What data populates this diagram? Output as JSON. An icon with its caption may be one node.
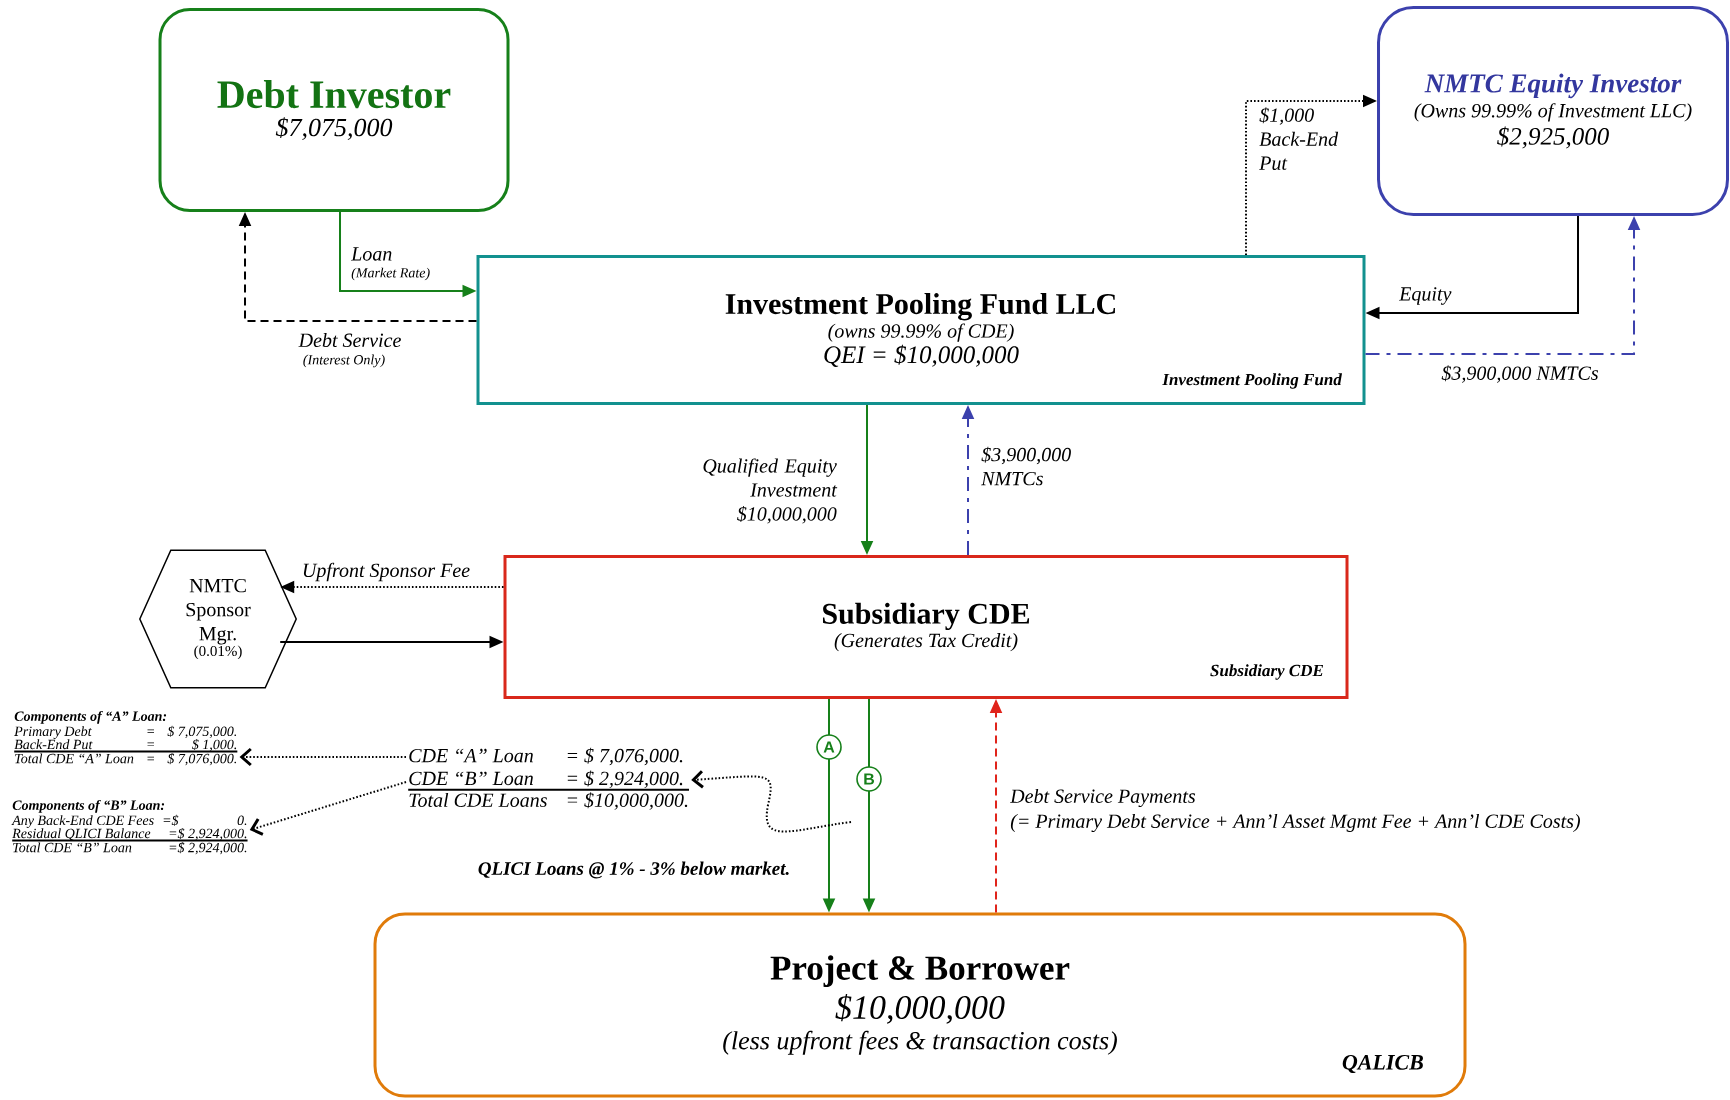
{
  "diagram": {
    "nodes": [
      {
        "text": [
          "Debt Investor",
          "$7,075,000"
        ]
      },
      {
        "text": [
          "NMTC Equity Investor",
          "(Owns 99.99% of Investment LLC)",
          "$2,925,000"
        ]
      },
      {
        "text": [
          "Investment Pooling Fund LLC",
          "(owns 99.99% of CDE)",
          "QEI = $10,000,000",
          "Investment Pooling Fund"
        ]
      },
      {
        "text": [
          "NMTC Sponsor Mgr.",
          "(0.01%)"
        ]
      },
      {
        "text": [
          "Subsidiary CDE",
          "(Generates Tax Credit)",
          "Subsidiary CDE"
        ]
      },
      {
        "text": [
          "Project & Borrower",
          "$10,000,000",
          "(less upfront fees & transaction costs)",
          "QALICB"
        ]
      },
      {
        "text": [
          "CDE “A” Loan",
          "= $  7,076,000.",
          "CDE “B” Loan",
          "= $  2,924,000.",
          "Total CDE Loans",
          "= $10,000,000."
        ]
      },
      {
        "text": [
          "Components of “A” Loan:",
          "Primary Debt",
          "=",
          "$ 7,075,000.",
          "Back-End Put",
          "=",
          "$ 1,000.",
          "Total CDE “A” Loan",
          "=",
          "$ 7,076,000."
        ]
      },
      {
        "text": [
          "Components of “B” Loan:",
          "Any Back-End CDE Fees",
          "=$",
          "0.",
          "Residual QLICI Balance",
          "=$ 2,924,000.",
          "Total CDE “B” Loan",
          "=$ 2,924,000."
        ]
      }
    ],
    "edges": [
      {
        "from": 0,
        "to": 2,
        "arrow": "to",
        "label": "Loan",
        "color": "#16801a"
      },
      {
        "from": 2,
        "to": 0,
        "arrow": "to",
        "label": "Debt Service",
        "style": "dashed"
      },
      {
        "from": 2,
        "to": 1,
        "arrow": "to",
        "label": "$1,000 Back-End Put",
        "style": "dashed"
      },
      {
        "from": 1,
        "to": 2,
        "arrow": "to",
        "label": "Equity"
      },
      {
        "from": 2,
        "to": 1,
        "arrow": "to",
        "label": "$3,900,000 NMTCs",
        "style": "dashed",
        "color": "#3c41ad"
      },
      {
        "from": 2,
        "to": 4,
        "arrow": "to",
        "label": "Qualified Equity Investment $10,000,000",
        "color": "#16801a"
      },
      {
        "from": 4,
        "to": 2,
        "arrow": "to",
        "label": "$3,900,000 NMTCs",
        "style": "dashed",
        "color": "#3c41ad"
      },
      {
        "from": 4,
        "to": 3,
        "arrow": "to",
        "label": "Upfront Sponsor Fee",
        "style": "dashed"
      },
      {
        "from": 3,
        "to": 4,
        "arrow": "to"
      },
      {
        "from": 4,
        "to": 5,
        "arrow": "to",
        "label": "A",
        "color": "#16801a"
      },
      {
        "from": 4,
        "to": 5,
        "arrow": "to",
        "label": "B",
        "color": "#16801a"
      },
      {
        "from": 5,
        "to": 4,
        "arrow": "to",
        "label": "Debt Service Payments",
        "style": "dashed",
        "color": "#e0241b"
      },
      {
        "from": 6,
        "to": 7,
        "arrow": "to",
        "style": "dashed"
      },
      {
        "from": 6,
        "to": 8,
        "arrow": "to",
        "style": "dashed"
      },
      {
        "from": null,
        "to": 6,
        "arrow": "to",
        "style": "dashed"
      }
    ],
    "labels": [
      "(Market Rate)",
      "(Interest Only)",
      "(= Primary Debt Service + Ann’l Asset Mgmt Fee + Ann’l CDE Costs)",
      "QLICI Loans @ 1% - 3% below market."
    ]
  }
}
